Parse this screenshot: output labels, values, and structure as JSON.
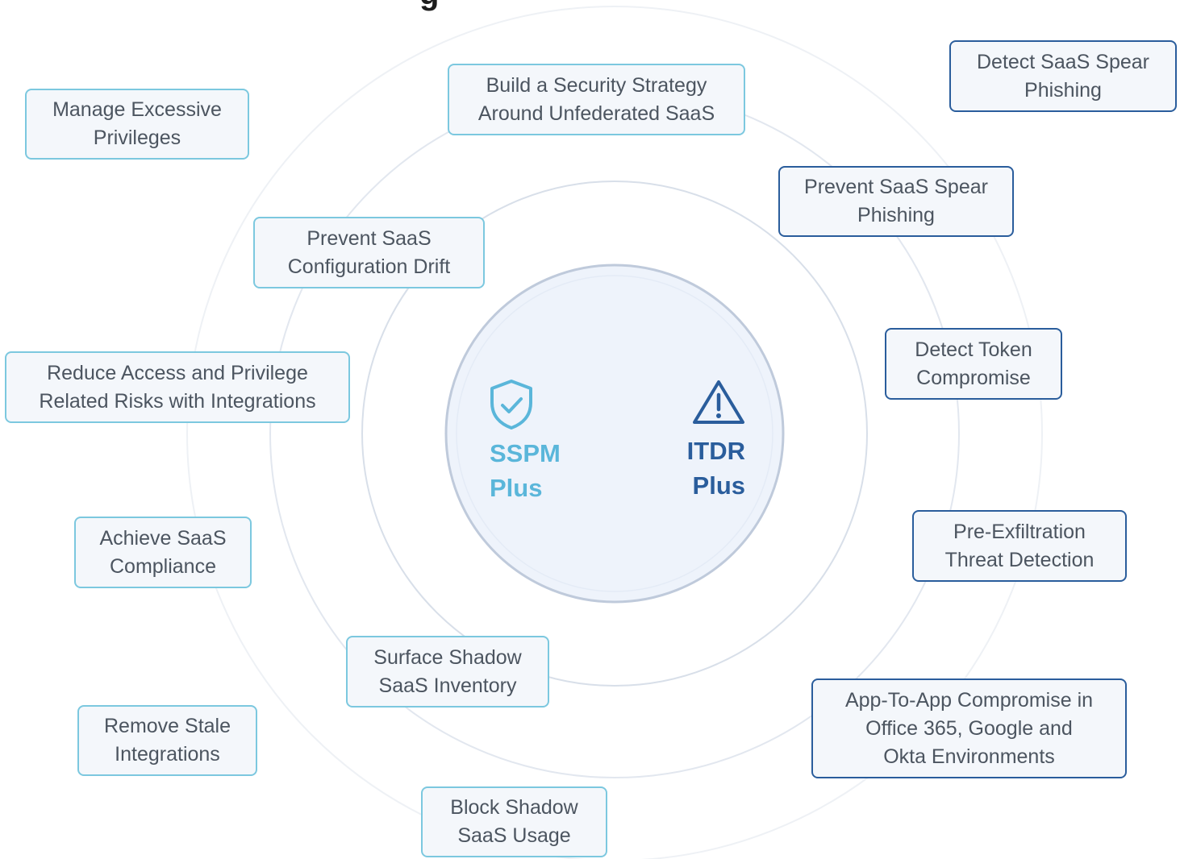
{
  "colors": {
    "sspm": "#5ab6da",
    "itdr": "#2a5d9c",
    "card_background": "#f4f7fb",
    "card_text": "#4c5560",
    "ring": "#c9d5e6",
    "hub_fill": "#eef3fb"
  },
  "title_fragment": "g",
  "hub": {
    "sspm": {
      "label": "SSPM\nPlus",
      "icon": "shield-check-icon"
    },
    "itdr": {
      "label": "ITDR\nPlus",
      "icon": "warning-triangle-icon"
    }
  },
  "sspm_capabilities": [
    "Manage Excessive\nPrivileges",
    "Build a Security Strategy\nAround Unfederated SaaS",
    "Prevent SaaS\nConfiguration Drift",
    "Reduce Access and Privilege\nRelated Risks with Integrations",
    "Achieve SaaS\nCompliance",
    "Surface Shadow\nSaaS Inventory",
    "Remove Stale\nIntegrations",
    "Block Shadow\nSaaS Usage"
  ],
  "itdr_capabilities": [
    "Detect SaaS Spear\nPhishing",
    "Prevent SaaS Spear\nPhishing",
    "Detect Token\nCompromise",
    "Pre-Exfiltration\nThreat Detection",
    "App-To-App Compromise in\nOffice 365, Google and\nOkta Environments"
  ]
}
